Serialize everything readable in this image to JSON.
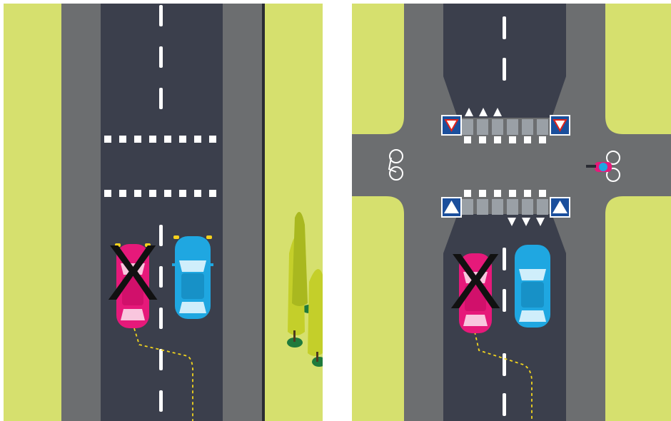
{
  "scenes": [
    {
      "id": "left",
      "labels": {
        "wrong_marker": "X"
      },
      "colors": {
        "grass": "#d6e06e",
        "sidewalk": "#6c6e70",
        "road": "#3b3f4c",
        "marking": "#ffffff",
        "car_wrong": "#e6197a",
        "car_right": "#1fa7e1",
        "path": "#f2d51e",
        "tree": "#c4cf2a"
      },
      "elements": [
        "bicycle-crossing-markings",
        "pink-car",
        "blue-car",
        "trees"
      ]
    },
    {
      "id": "right",
      "labels": {
        "wrong_marker": "X"
      },
      "colors": {
        "grass": "#d6e06e",
        "sidewalk": "#6c6e70",
        "road": "#3b3f4c",
        "marking": "#ffffff",
        "sign_blue": "#1b4f9c",
        "cyclist": "#e6197a"
      },
      "elements": [
        "intersection",
        "crosswalk",
        "bicycle-crossing-markings",
        "traffic-signs",
        "bicycle-symbol",
        "cyclist",
        "pink-car",
        "blue-car"
      ]
    }
  ]
}
